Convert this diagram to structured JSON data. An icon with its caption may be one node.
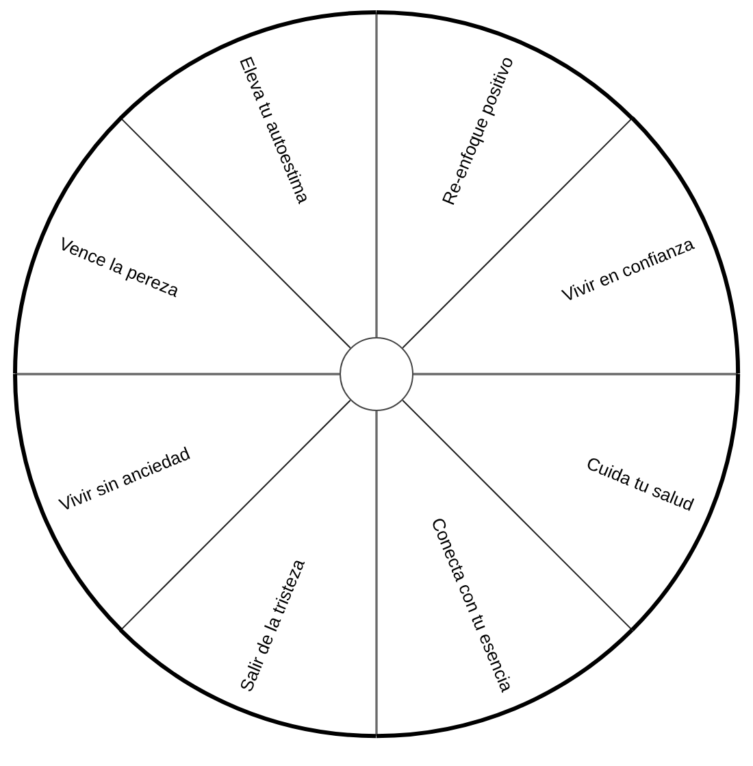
{
  "diagram": {
    "nodes": [
      {
        "text": [
          "Eleva tu autoestima"
        ]
      },
      {
        "text": [
          "Re-enfoque positivo"
        ]
      },
      {
        "text": [
          "Vence la pereza"
        ]
      },
      {
        "text": [
          "Vivir en confianza"
        ]
      },
      {
        "text": [
          "Vivir sin anciedad"
        ]
      },
      {
        "text": [
          "Cuida tu salud"
        ]
      },
      {
        "text": [
          "Salir de la tristeza"
        ]
      },
      {
        "text": [
          "Conecta con tu esencia"
        ]
      },
      {
        "text": [],
        "shape": "circle"
      }
    ]
  }
}
